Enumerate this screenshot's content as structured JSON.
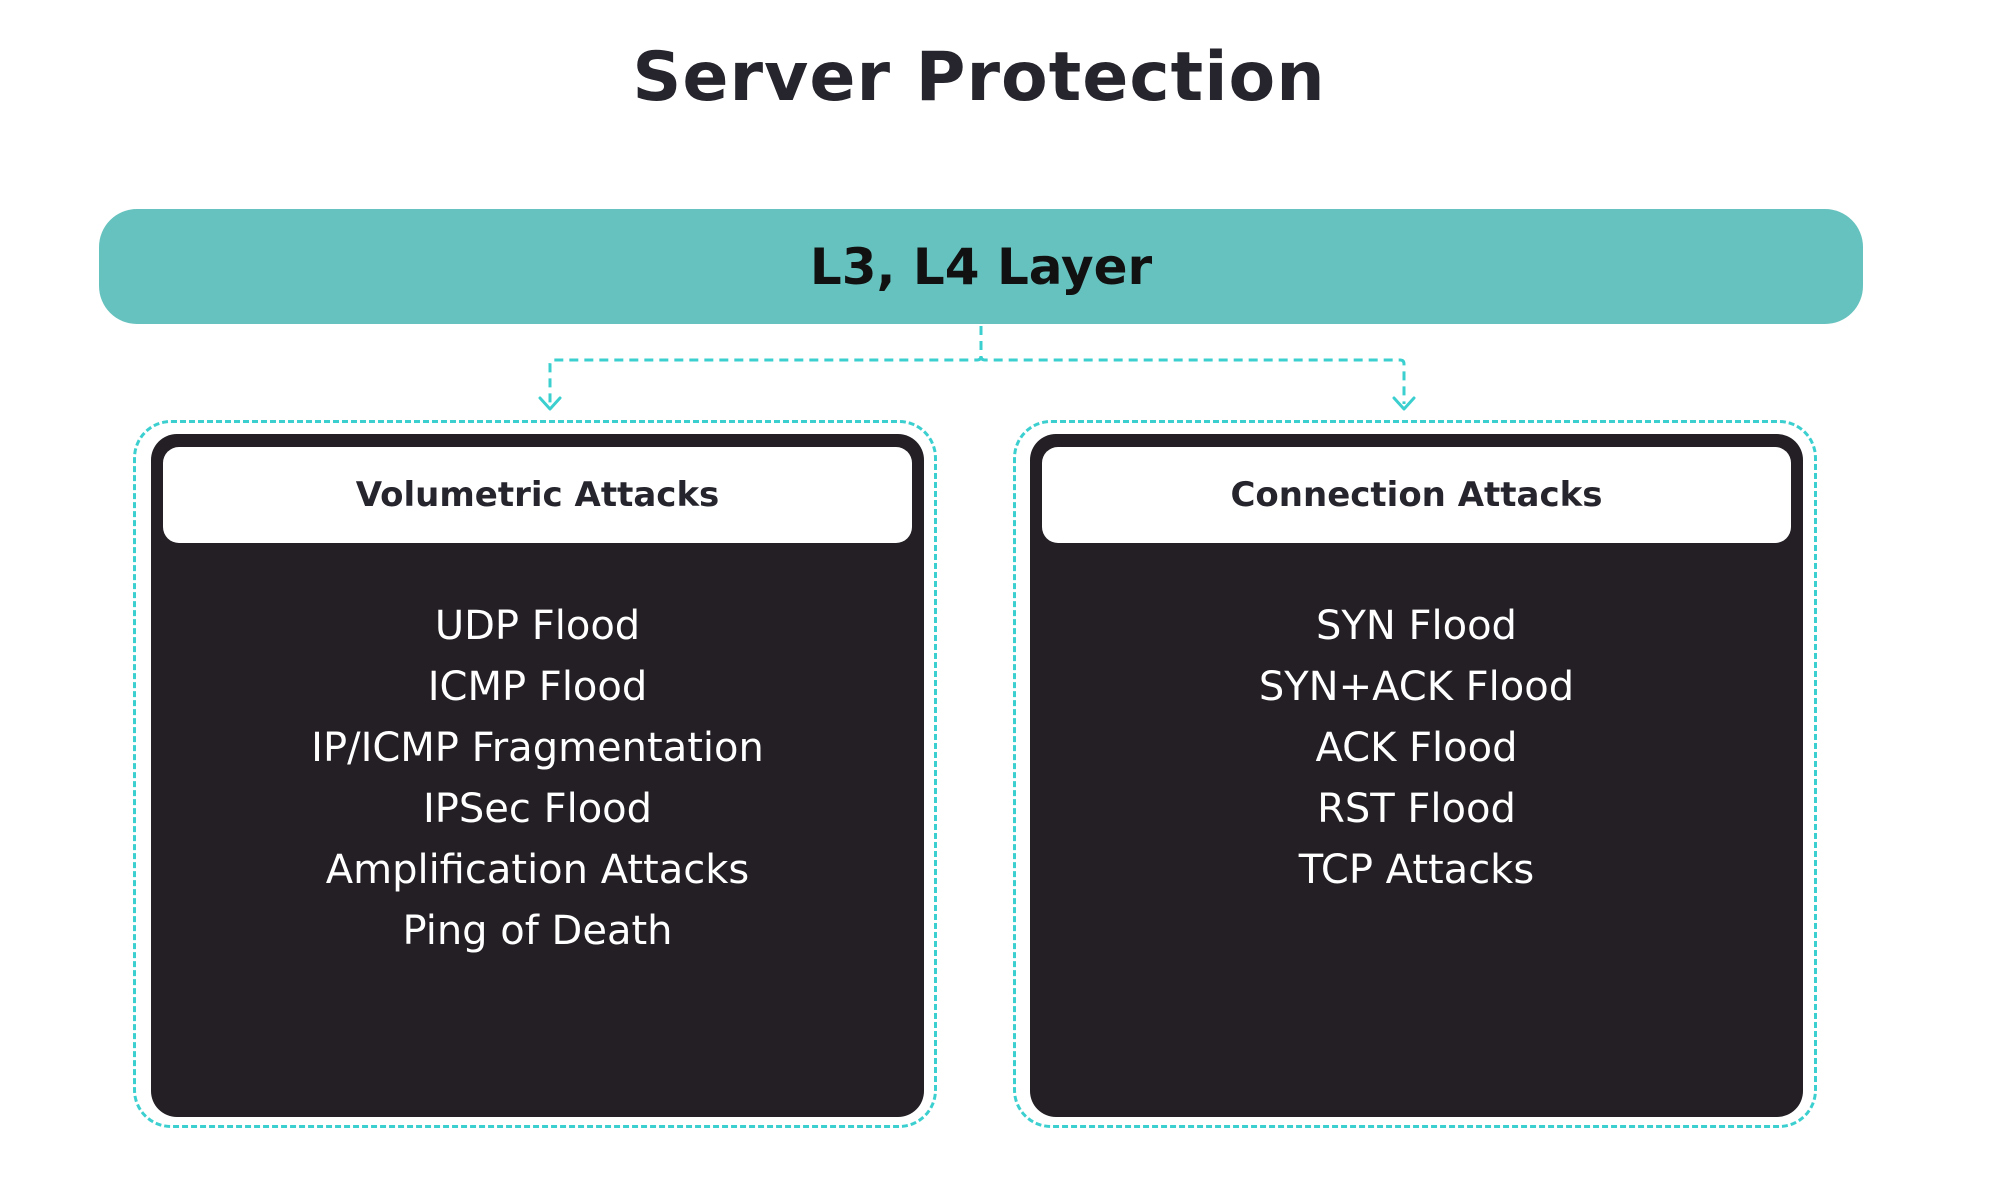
{
  "title": "Server Protection",
  "layer": {
    "label": "L3, L4 Layer"
  },
  "groups": [
    {
      "header": "Volumetric Attacks",
      "items": [
        "UDP Flood",
        "ICMP Flood",
        "IP/ICMP Fragmentation",
        "IPSec Flood",
        "Amplification Attacks",
        "Ping of Death"
      ]
    },
    {
      "header": "Connection Attacks",
      "items": [
        "SYN Flood",
        "SYN+ACK Flood",
        "ACK Flood",
        "RST Flood",
        "TCP Attacks"
      ]
    }
  ],
  "colors": {
    "layer_bar": "#66c2be",
    "panel": "#231f24",
    "connector": "#3ccfcf",
    "title_text": "#26252d"
  }
}
